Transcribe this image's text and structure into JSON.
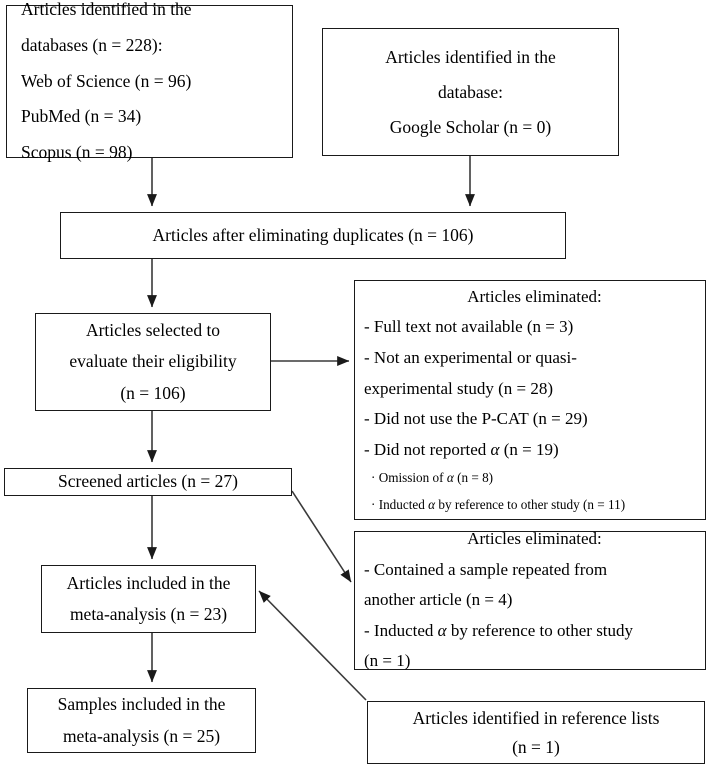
{
  "diagram": {
    "title": "PRISMA study selection flow diagram",
    "stroke_color": "#1a1a1a",
    "background_color": "#ffffff",
    "nodes": {
      "databases": {
        "name": "Articles identified in the databases",
        "lines": [
          "Articles identified in the",
          "databases (n = 228):",
          "Web of Science (n = 96)",
          "PubMed (n = 34)",
          "Scopus (n = 98)"
        ]
      },
      "google": {
        "name": "Articles identified in the database: Google Scholar",
        "lines": [
          "Articles identified in the",
          "database:",
          "Google Scholar (n = 0)"
        ]
      },
      "duplicates": {
        "name": "Articles after eliminating duplicates",
        "lines": [
          "Articles after eliminating duplicates (n = 106)"
        ]
      },
      "eligibility": {
        "name": "Articles selected to evaluate their eligibility",
        "lines": [
          "Articles selected to",
          "evaluate their eligibility",
          "(n = 106)"
        ]
      },
      "screened": {
        "name": "Screened articles",
        "lines": [
          "Screened articles (n = 27)"
        ]
      },
      "included": {
        "name": "Articles included in the meta-analysis",
        "lines": [
          "Articles included in the",
          "meta-analysis (n = 23)"
        ]
      },
      "samples": {
        "name": "Samples included in the meta-analysis",
        "lines": [
          "Samples included in the",
          "meta-analysis (n = 25)"
        ]
      },
      "eliminated_first": {
        "header": "Articles eliminated:",
        "items": [
          "- Full text not available (n = 3)",
          "- Not an experimental or quasi-\nexperimental study (n = 28)",
          "- Did not use the P-CAT (n = 29)",
          "- Did not reported α (n = 19)"
        ],
        "subitems": [
          "· Omission of α (n = 8)",
          "· Inducted α by reference to other study (n = 11)"
        ]
      },
      "eliminated_second": {
        "header": "Articles eliminated:",
        "items": [
          "- Contained a sample repeated from\nanother article (n = 4)",
          "- Inducted α by reference to other study\n(n = 1)"
        ]
      },
      "reference_lists": {
        "name": "Articles identified in reference lists",
        "lines": [
          "Articles identified in reference lists",
          "(n = 1)"
        ]
      }
    },
    "connectors": [
      {
        "from": "databases",
        "to": "duplicates",
        "style": "vertical-arrow"
      },
      {
        "from": "google",
        "to": "duplicates",
        "style": "vertical-arrow"
      },
      {
        "from": "duplicates",
        "to": "eligibility",
        "style": "vertical-arrow"
      },
      {
        "from": "eligibility",
        "to": "eliminated_first",
        "style": "horizontal-arrow"
      },
      {
        "from": "eligibility",
        "to": "screened",
        "style": "vertical-arrow"
      },
      {
        "from": "screened",
        "to": "eliminated_second",
        "style": "diagonal-arrow"
      },
      {
        "from": "screened",
        "to": "included",
        "style": "vertical-arrow"
      },
      {
        "from": "reference_lists",
        "to": "included",
        "style": "diagonal-arrow"
      },
      {
        "from": "included",
        "to": "samples",
        "style": "vertical-arrow"
      }
    ]
  }
}
